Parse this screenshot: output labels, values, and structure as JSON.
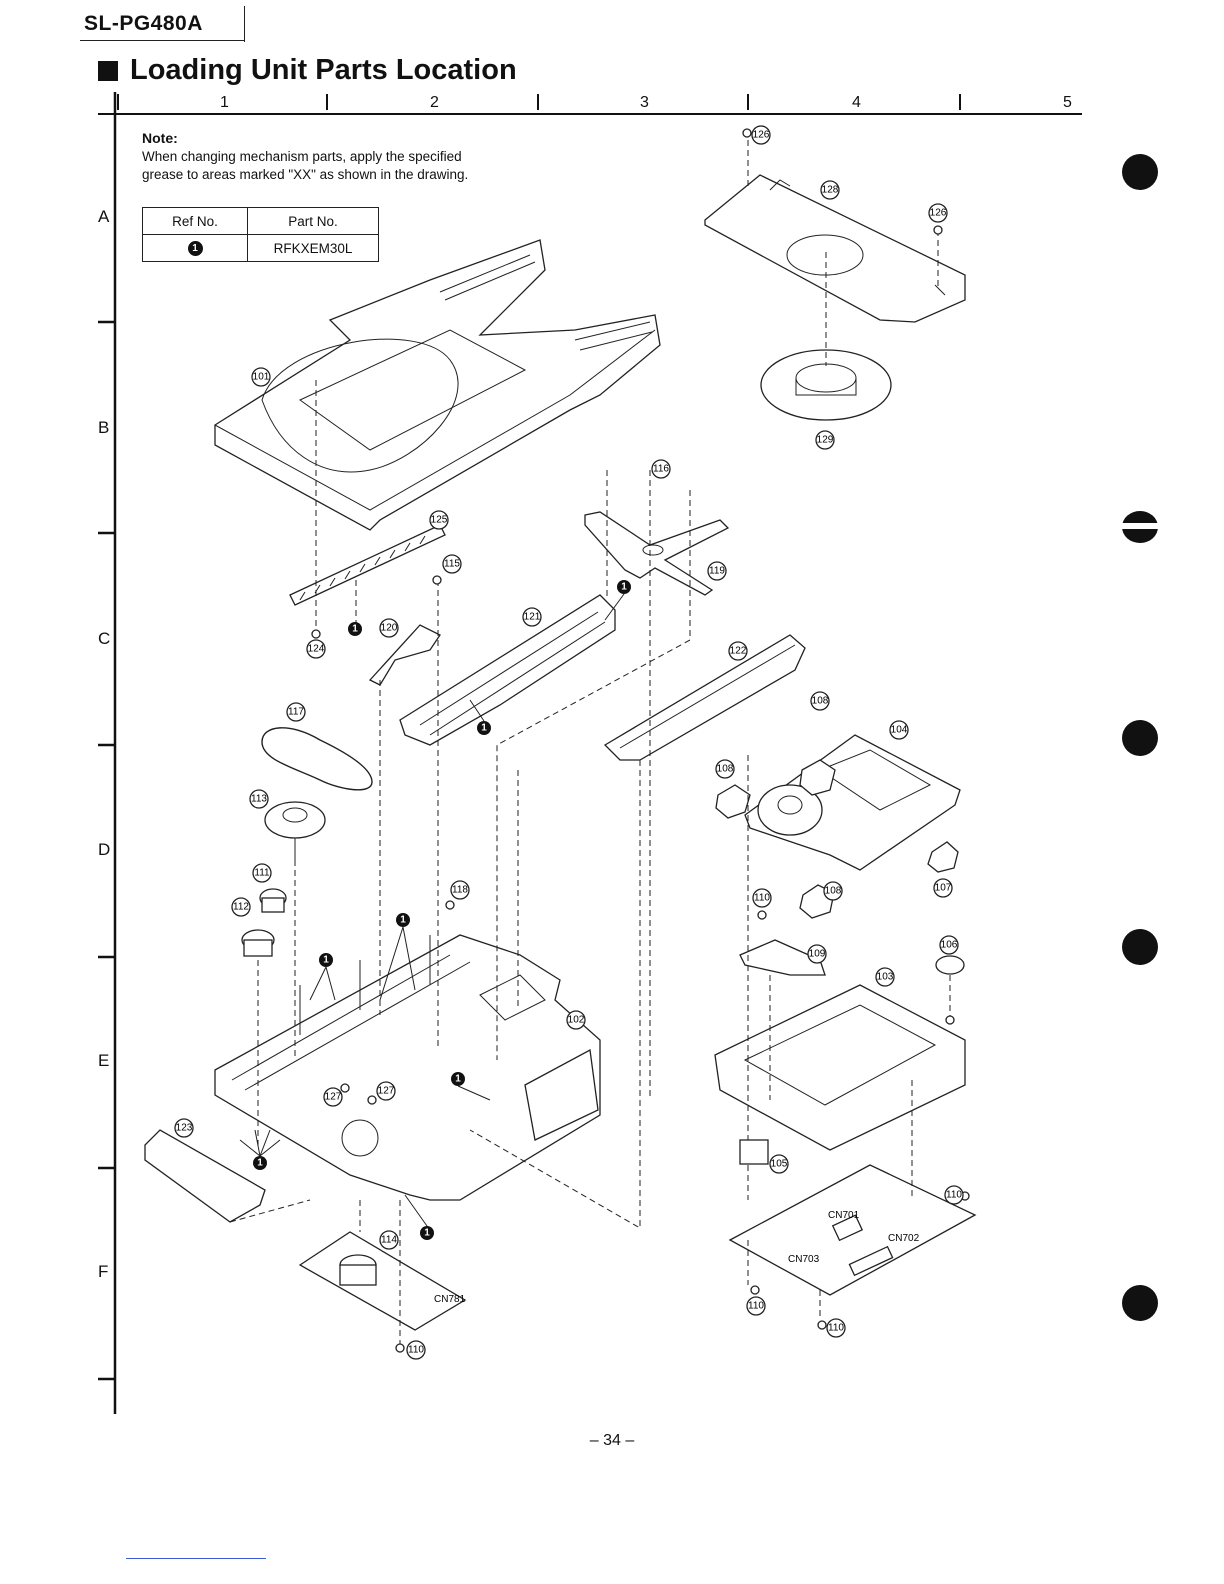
{
  "header": {
    "model": "SL-PG480A",
    "title": "Loading Unit Parts Location"
  },
  "grid": {
    "columns": [
      "1",
      "2",
      "3",
      "4",
      "5"
    ],
    "rows": [
      "A",
      "B",
      "C",
      "D",
      "E",
      "F"
    ]
  },
  "note": {
    "heading": "Note:",
    "text": "When changing mechanism parts, apply the specified grease to areas marked \"XX\" as shown in the drawing."
  },
  "grease_table": {
    "headers": [
      "Ref No.",
      "Part No."
    ],
    "rows": [
      {
        "ref": "1",
        "part": "RFKXEM30L"
      }
    ]
  },
  "part_labels": {
    "p101": "101",
    "p102": "102",
    "p103": "103",
    "p104": "104",
    "p105": "105",
    "p106": "106",
    "p107": "107",
    "p108a": "108",
    "p108b": "108",
    "p108c": "108",
    "p109": "109",
    "p110a": "110",
    "p110b": "110",
    "p110c": "110",
    "p110d": "110",
    "p110e": "110",
    "p111": "111",
    "p112": "112",
    "p113": "113",
    "p114": "114",
    "p115": "115",
    "p116": "116",
    "p117": "117",
    "p118": "118",
    "p119": "119",
    "p120": "120",
    "p121": "121",
    "p122": "122",
    "p123": "123",
    "p124": "124",
    "p125": "125",
    "p126a": "126",
    "p126b": "126",
    "p127a": "127",
    "p127b": "127",
    "p128": "128",
    "p129": "129"
  },
  "connectors": {
    "cn701": "CN701",
    "cn702": "CN702",
    "cn703": "CN703",
    "cn781": "CN781"
  },
  "grease_marker": "1",
  "page_number": "– 34 –"
}
